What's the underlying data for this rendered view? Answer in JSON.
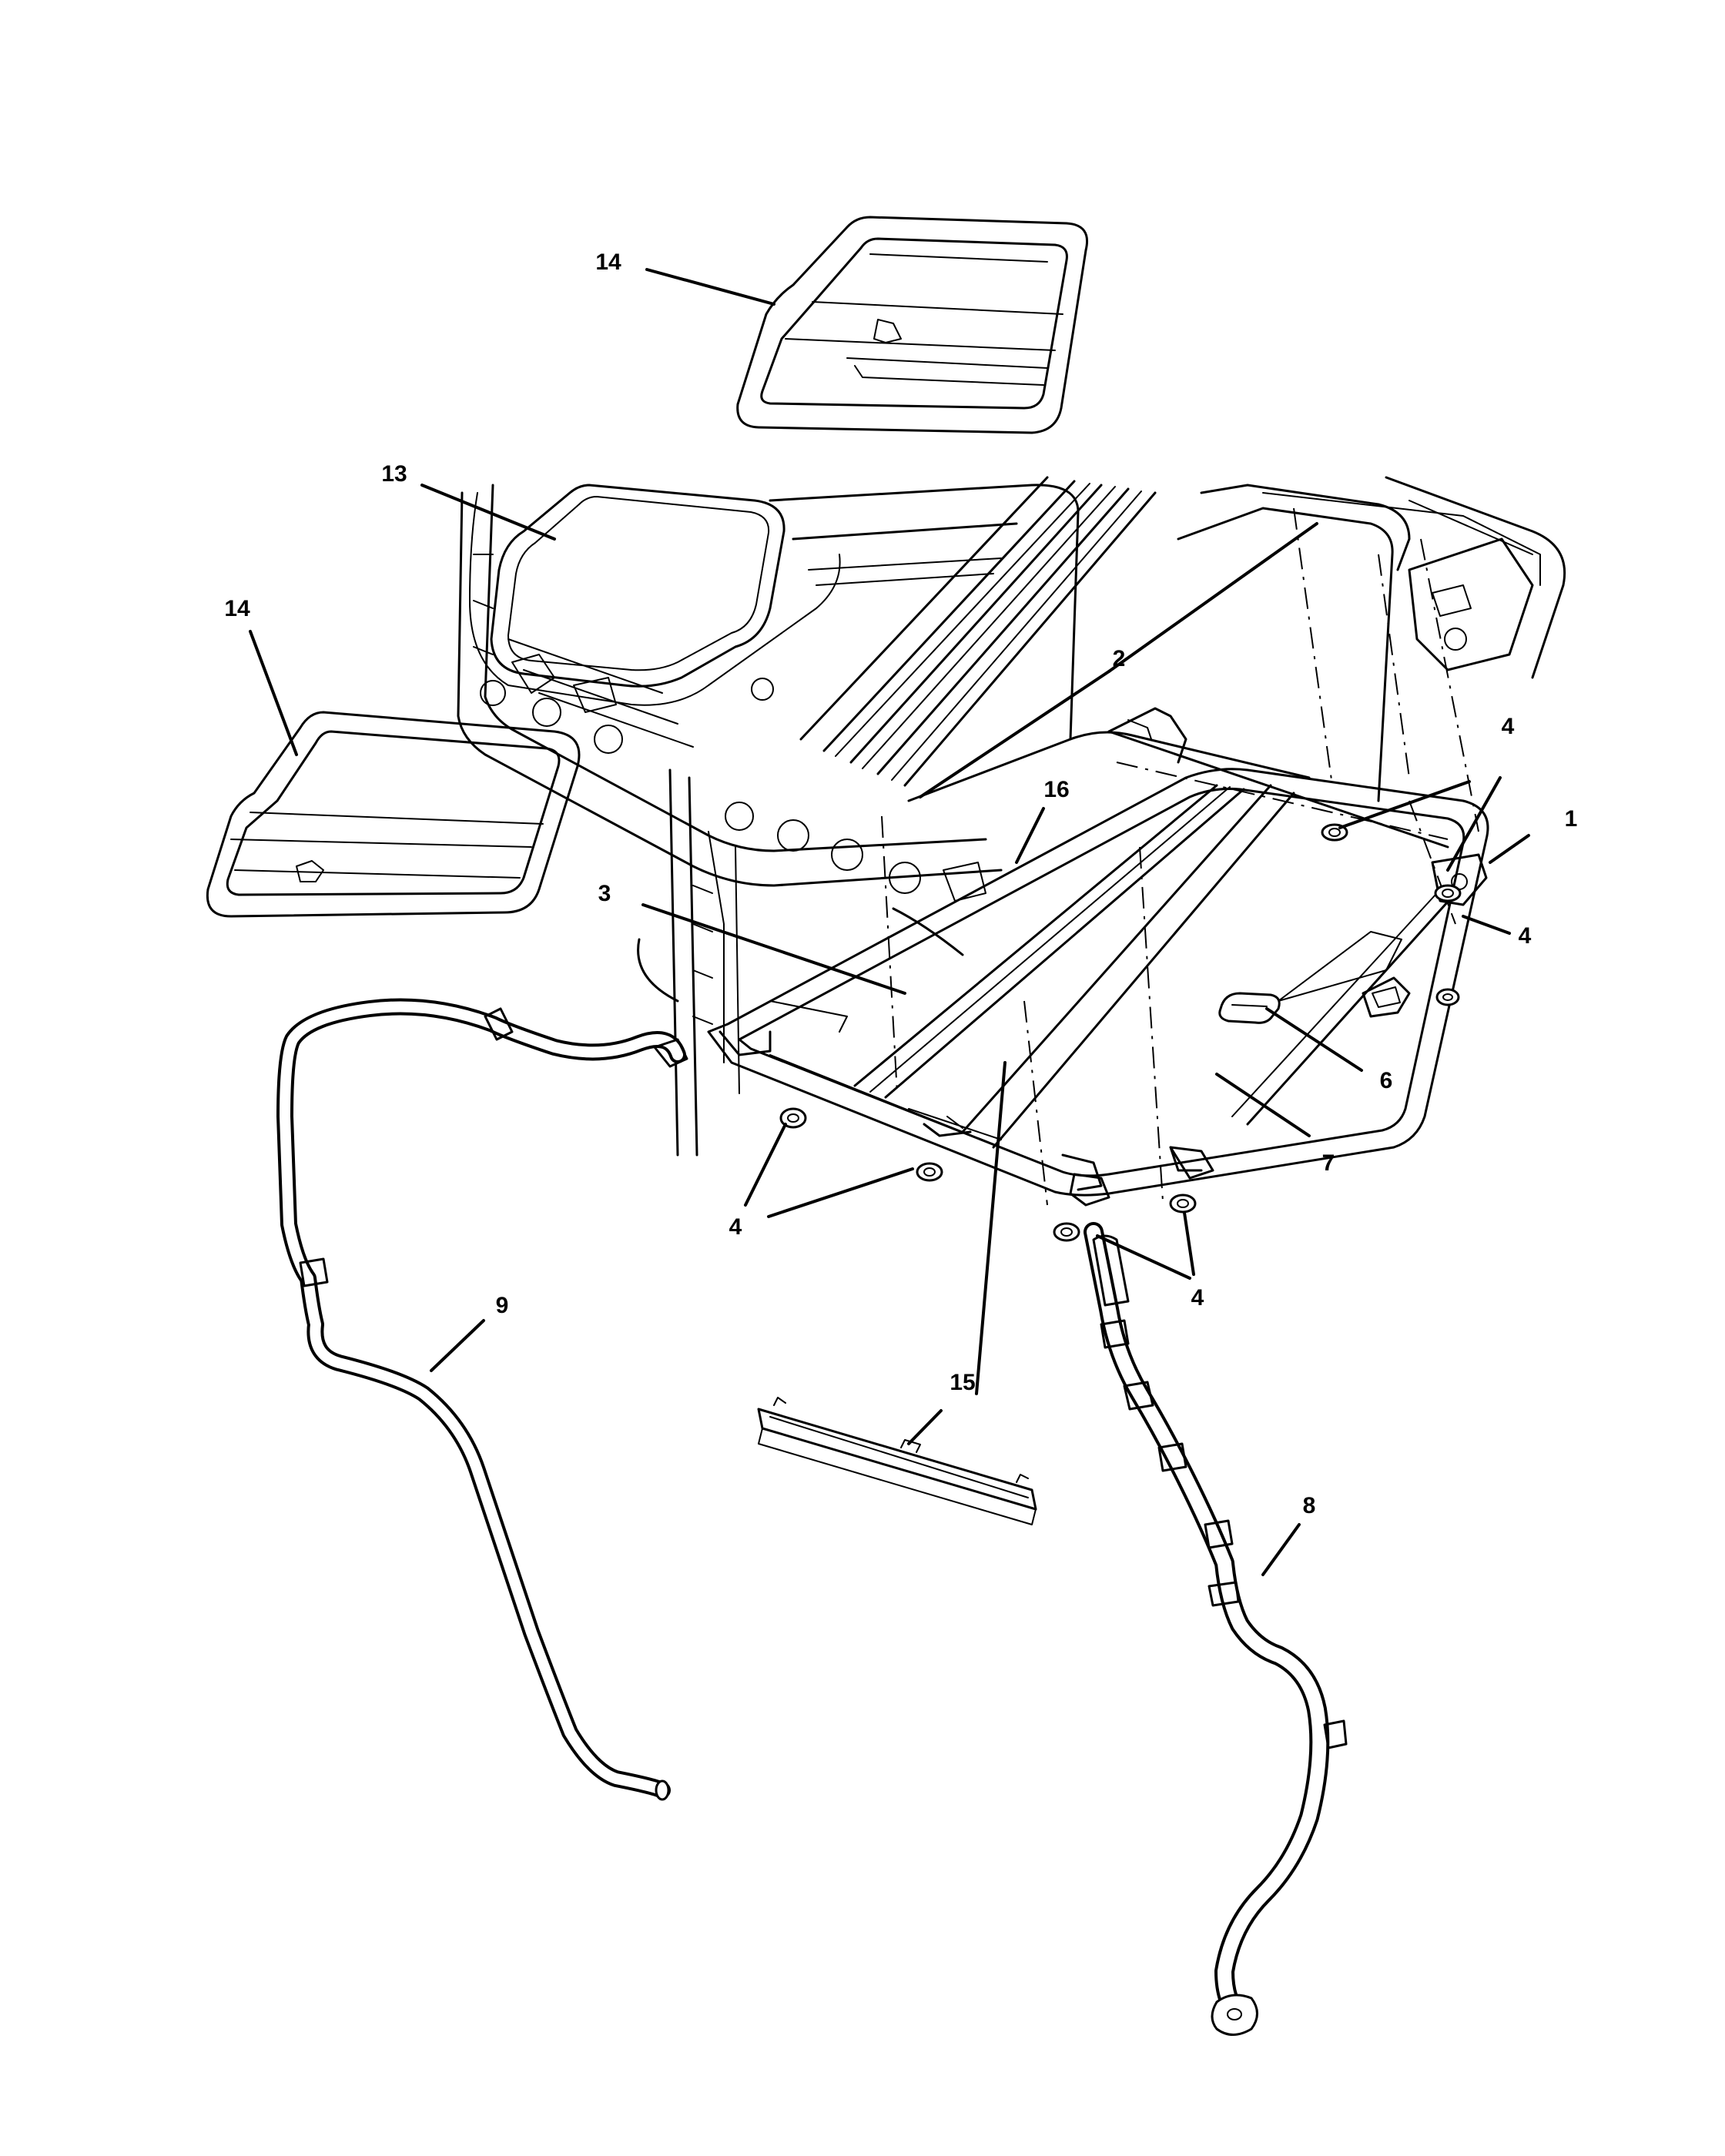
{
  "callouts": [
    {
      "id": "c14a",
      "label": "14"
    },
    {
      "id": "c13",
      "label": "13"
    },
    {
      "id": "c14b",
      "label": "14"
    },
    {
      "id": "c2",
      "label": "2"
    },
    {
      "id": "c4a",
      "label": "4"
    },
    {
      "id": "c16",
      "label": "16"
    },
    {
      "id": "c1",
      "label": "1"
    },
    {
      "id": "c3",
      "label": "3"
    },
    {
      "id": "c4b",
      "label": "4"
    },
    {
      "id": "c6",
      "label": "6"
    },
    {
      "id": "c7",
      "label": "7"
    },
    {
      "id": "c4c",
      "label": "4"
    },
    {
      "id": "c4d",
      "label": "4"
    },
    {
      "id": "c9",
      "label": "9"
    },
    {
      "id": "c15",
      "label": "15"
    },
    {
      "id": "c8",
      "label": "8"
    }
  ]
}
